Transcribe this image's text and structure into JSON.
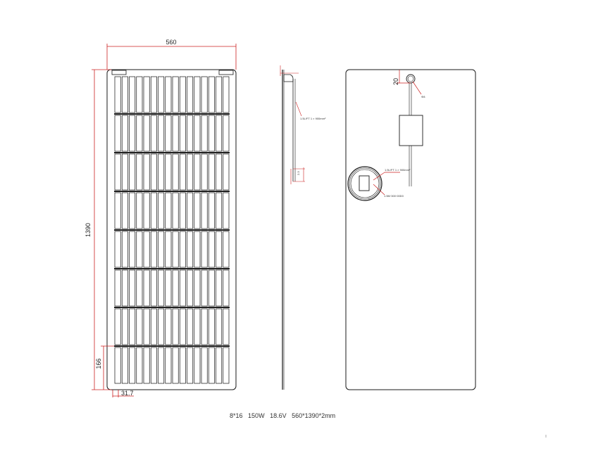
{
  "front_view": {
    "width_label": "560",
    "height_label": "1390",
    "cell_height_label": "166",
    "margin_label": "31.7",
    "cell_columns": 16,
    "cell_rows": 8
  },
  "side_view": {
    "cable_note": "1.5L/FT 1 × 900mm²",
    "junction_note": "2.3"
  },
  "back_view": {
    "offset_label": "20",
    "hole_note": "Φ8",
    "box_note": "1.5L/FT 1 × 900mm²",
    "connector_note": "1.5M·300·00D0"
  },
  "spec_line": {
    "cells": "8*16",
    "power": "150W",
    "voltage": "18.6V",
    "size": "560*1390*2mm"
  },
  "colors": {
    "line": "#1a1a1a",
    "dimension": "#cc2222",
    "grid": "#111111"
  }
}
